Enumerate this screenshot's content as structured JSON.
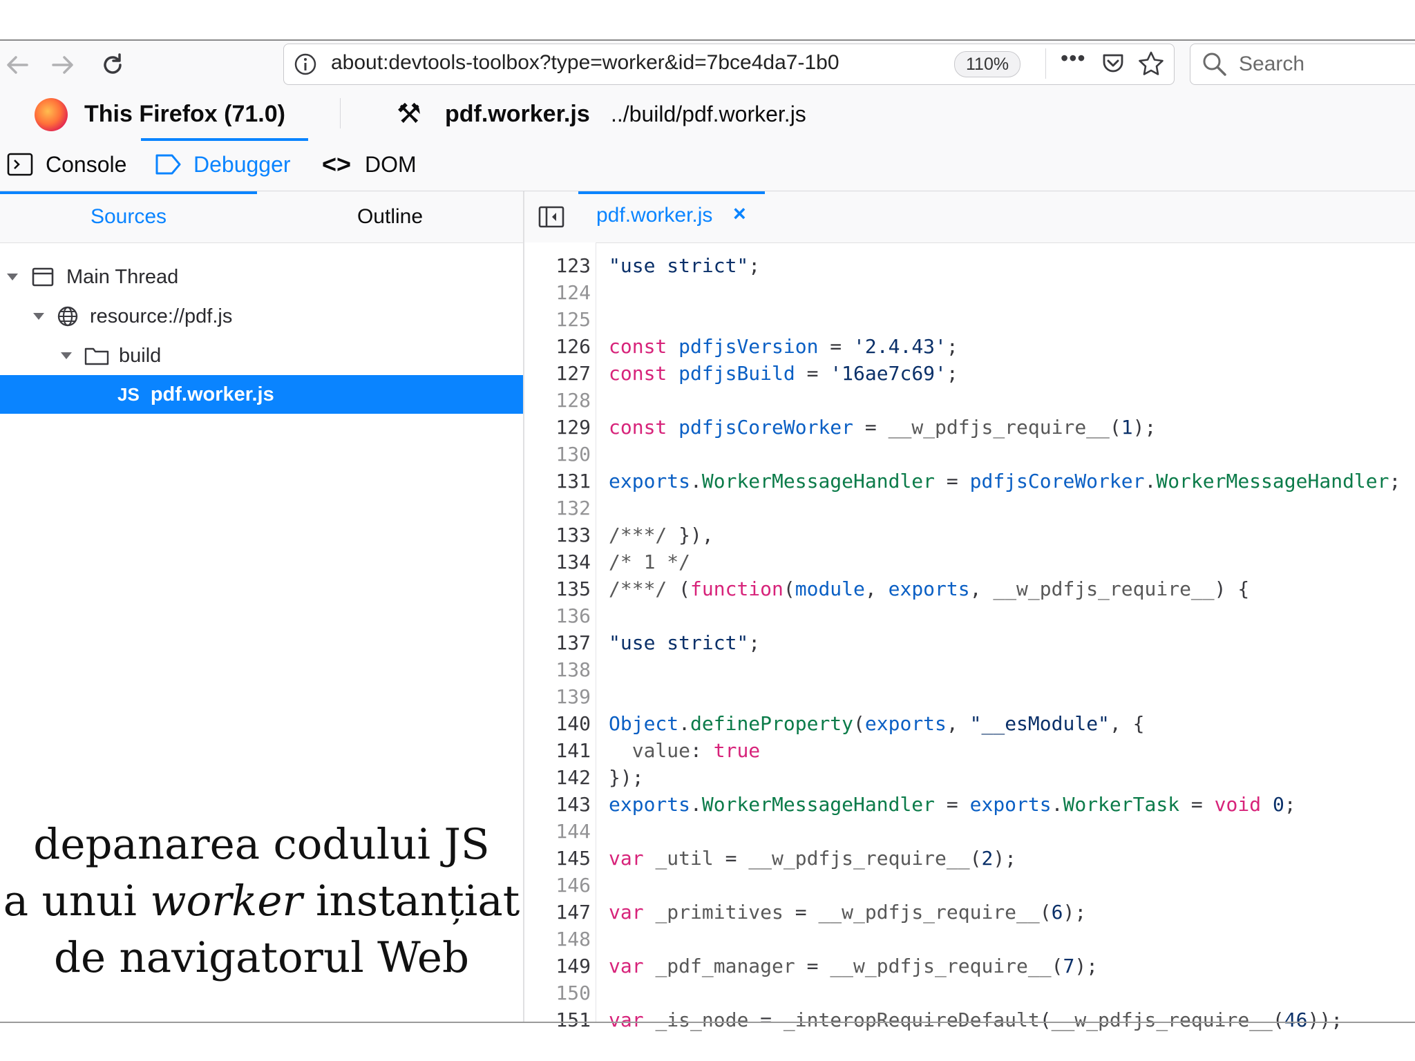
{
  "browser": {
    "url": "about:devtools-toolbox?type=worker&id=7bce4da7-1b0",
    "zoom": "110%",
    "search_placeholder": "Search"
  },
  "target": {
    "browser_name": "This Firefox (71.0)",
    "worker_name": "pdf.worker.js",
    "worker_path": "../build/pdf.worker.js"
  },
  "devtools_tabs": [
    "Console",
    "Debugger",
    "DOM"
  ],
  "left_pane": {
    "tabs": [
      "Sources",
      "Outline"
    ],
    "tree": {
      "thread": "Main Thread",
      "domain": "resource://pdf.js",
      "folder": "build",
      "file_badge": "JS",
      "file": "pdf.worker.js"
    }
  },
  "editor": {
    "tab": "pdf.worker.js",
    "tab_close": "×",
    "line_numbers": [
      "123",
      "124",
      "125",
      "126",
      "127",
      "128",
      "129",
      "130",
      "131",
      "132",
      "133",
      "134",
      "135",
      "136",
      "137",
      "138",
      "139",
      "140",
      "141",
      "142",
      "143",
      "144",
      "145",
      "146",
      "147",
      "148",
      "149",
      "150",
      "151"
    ],
    "code": [
      "\"use strict\";",
      "",
      "",
      "const pdfjsVersion = '2.4.43';",
      "const pdfjsBuild = '16ae7c69';",
      "",
      "const pdfjsCoreWorker = __w_pdfjs_require__(1);",
      "",
      "exports.WorkerMessageHandler = pdfjsCoreWorker.WorkerMessageHandler;",
      "",
      "/***/ }),",
      "/* 1 */",
      "/***/ (function(module, exports, __w_pdfjs_require__) {",
      "",
      "\"use strict\";",
      "",
      "",
      "Object.defineProperty(exports, \"__esModule\", {",
      "  value: true",
      "});",
      "exports.WorkerMessageHandler = exports.WorkerTask = void 0;",
      "",
      "var _util = __w_pdfjs_require__(2);",
      "",
      "var _primitives = __w_pdfjs_require__(6);",
      "",
      "var _pdf_manager = __w_pdfjs_require__(7);",
      "",
      "var _is_node = _interopRequireDefault(__w_pdfjs_require__(46));"
    ]
  },
  "caption": {
    "line1": "depanarea codului JS",
    "line2_pre": "a unui ",
    "line2_em": "worker",
    "line2_post": " instanțiat",
    "line3": "de navigatorul Web"
  },
  "colors": {
    "accent": "#0a84ff",
    "keyword": "#d7237a",
    "string": "#0a3069",
    "identifier": "#0a5fc4",
    "property": "#0b7b49"
  }
}
